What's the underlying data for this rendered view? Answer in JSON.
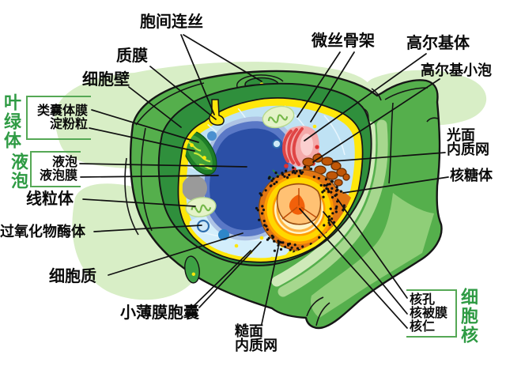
{
  "labels": {
    "plasmodesmata": "胞间连丝",
    "plasma_membrane": "质膜",
    "cell_wall": "细胞壁",
    "chloroplast": "叶绿体",
    "thylakoid_membrane": "类囊体膜",
    "starch_granule": "淀粉粒",
    "vacuole_group": "液泡",
    "vacuole": "液泡",
    "tonoplast": "液泡膜",
    "mitochondrion": "线粒体",
    "peroxisome": "过氧化物酶体",
    "cytoplasm": "细胞质",
    "small_membrane_vesicle": "小薄膜胞囊",
    "rough_er_line1": "糙面",
    "rough_er_line2": "内质网",
    "microfilament_skeleton": "微丝骨架",
    "golgi_apparatus": "高尔基体",
    "golgi_vesicle": "高尔基小泡",
    "smooth_er_line1": "光面",
    "smooth_er_line2": "内质网",
    "ribosome": "核糖体",
    "nuclear_pore": "核孔",
    "nuclear_envelope": "核被膜",
    "nucleolus": "核仁",
    "nucleus": "细胞核"
  },
  "colors": {
    "label_green": "#2f9b44",
    "bracket_green": "#55a855",
    "pale_background_green": "#d8eec6",
    "cell_face_green": "#55af4c",
    "cell_wall_band_green": "#2f8f3c",
    "membrane_yellow": "#ffe70a",
    "cytoplasm_blue": "#bfe2f4",
    "vacuole_dark_blue": "#2b4fa6",
    "vacuole_rim_blue": "#aec3e4",
    "nucleus_orange": "#ff9d00",
    "nucleolus_orange": "#f2600a",
    "golgi_pink": "#f4a9a9",
    "golgi_red": "#e04545",
    "er_brown": "#c05708",
    "leader_line_black": "#111111"
  }
}
